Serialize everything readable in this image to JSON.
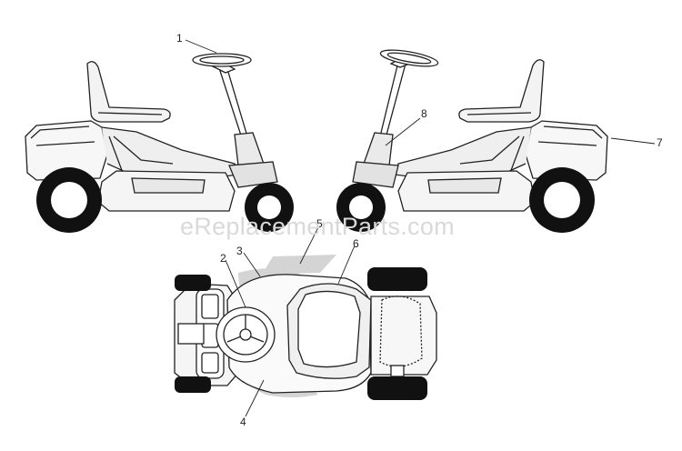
{
  "watermark": "eReplacementParts.com",
  "callouts": [
    "1",
    "8",
    "7",
    "5",
    "3",
    "6",
    "2",
    "4"
  ],
  "colors": {
    "line": "#222222",
    "tire": "#111111",
    "decal": "#d4d4d4",
    "watermark": "#d9d9d9"
  }
}
